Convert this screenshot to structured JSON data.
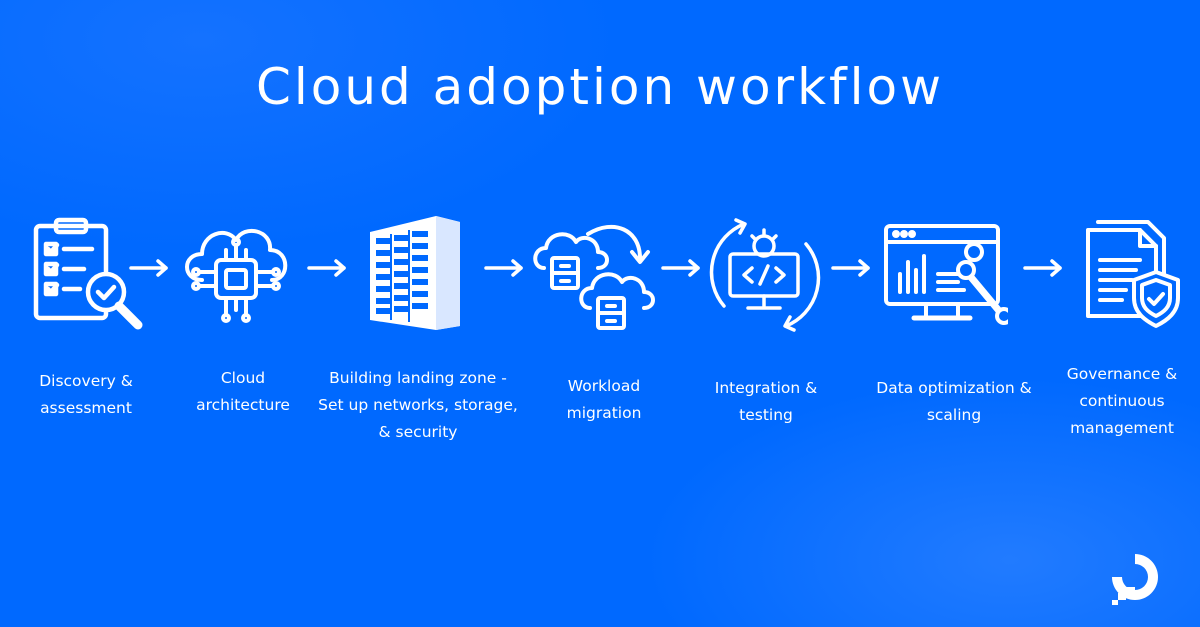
{
  "title": "Cloud adoption workflow",
  "colors": {
    "background": "#0069ff",
    "foreground": "#ffffff"
  },
  "steps": [
    {
      "icon": "clipboard-magnifier-icon",
      "label": "Discovery & assessment",
      "lines": [
        "Discovery &",
        "assessment"
      ]
    },
    {
      "icon": "cloud-chip-icon",
      "label": "Cloud architecture",
      "lines": [
        "Cloud",
        "architecture"
      ]
    },
    {
      "icon": "server-rack-icon",
      "label": "Building landing zone - Set up networks, storage, & security",
      "lines": [
        "Building landing zone -",
        "Set up networks, storage,",
        "& security"
      ]
    },
    {
      "icon": "cloud-migration-icon",
      "label": "Workload migration",
      "lines": [
        "Workload",
        "migration"
      ]
    },
    {
      "icon": "code-monitor-gear-icon",
      "label": "Integration & testing",
      "lines": [
        "Integration &",
        "testing"
      ]
    },
    {
      "icon": "monitor-wrench-icon",
      "label": "Data optimization & scaling",
      "lines": [
        "Data optimization &",
        "scaling"
      ]
    },
    {
      "icon": "document-shield-icon",
      "label": "Governance & continuous management",
      "lines": [
        "Governance &",
        "continuous",
        "management"
      ]
    }
  ],
  "logo": {
    "icon": "digitalocean-logo-icon"
  }
}
